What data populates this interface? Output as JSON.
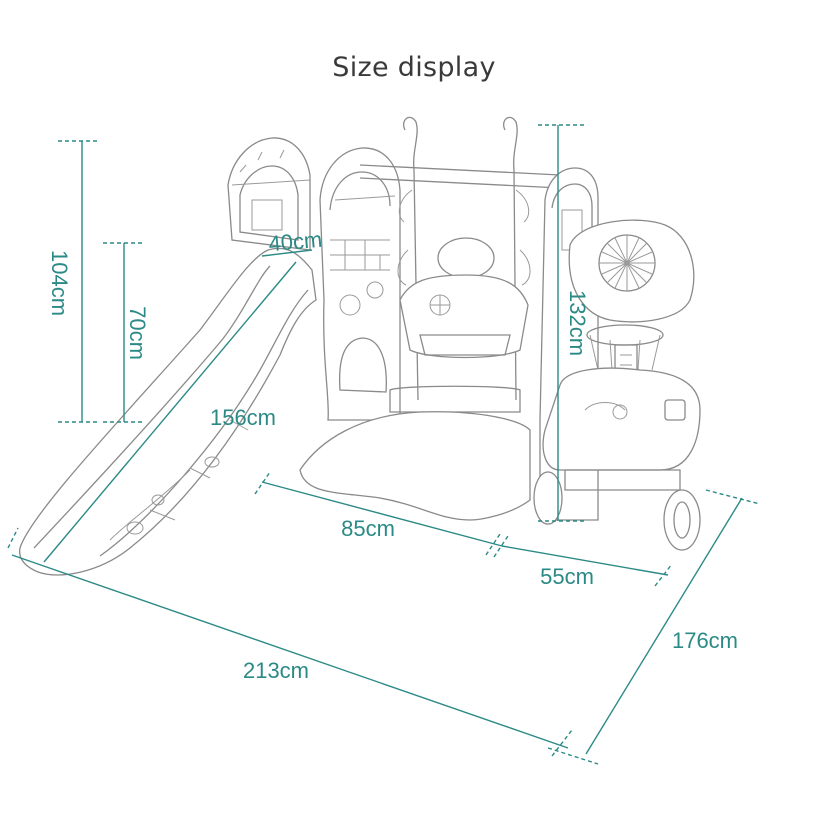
{
  "title": "Size display",
  "dimensions": {
    "height_total": "104cm",
    "height_slide": "70cm",
    "slide_width": "40cm",
    "height_swing": "132cm",
    "slide_length": "156cm",
    "swing_depth": "85cm",
    "hoop_depth": "55cm",
    "total_length": "213cm",
    "total_width": "176cm"
  },
  "colors": {
    "dimension": "#2b8a86",
    "outline": "#8a8a8a",
    "title": "#3a3a3a"
  }
}
